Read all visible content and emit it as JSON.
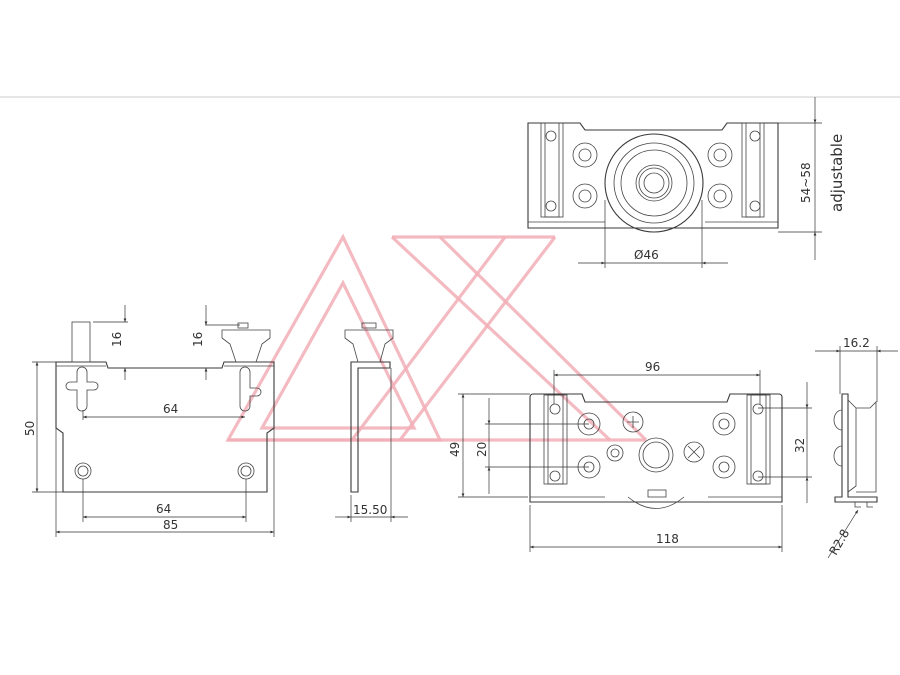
{
  "top_view": {
    "diameter_label": "Ø46",
    "height_label": "54~58",
    "note": "adjustable"
  },
  "front_view": {
    "pin_height_left": "16",
    "pin_height_right": "16",
    "height": "50",
    "slot_spacing": "64",
    "hole_spacing": "64",
    "width": "85"
  },
  "side_view": {
    "depth": "15.50"
  },
  "bottom_view": {
    "hole_spacing": "96",
    "height": "49",
    "inner_spacing": "20",
    "bar_hole_spacing": "32",
    "width": "118"
  },
  "profile_view": {
    "width": "16.2",
    "radius": "R2.8"
  },
  "colors": {
    "line": "#3a3a3a",
    "watermark": "#f2aeb6",
    "rule": "#cccccc"
  }
}
